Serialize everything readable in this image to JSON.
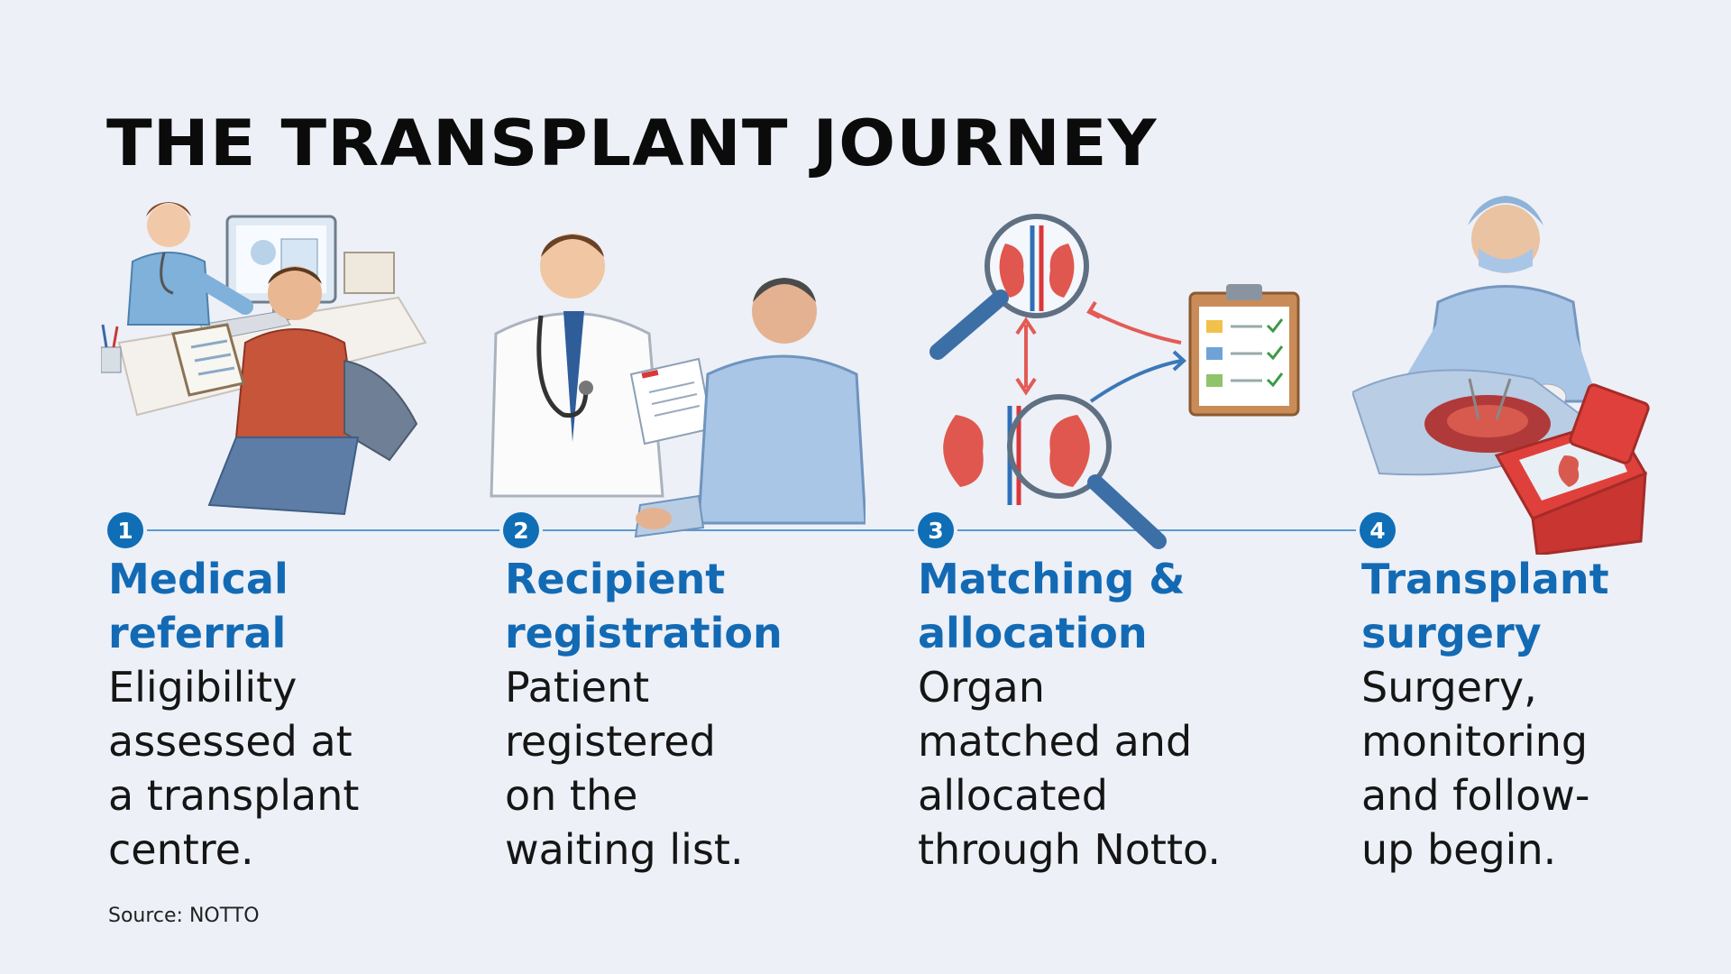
{
  "title": "THE TRANSPLANT JOURNEY",
  "colors": {
    "accent": "#136ab4",
    "badge": "#0f6eb5",
    "timeline": "#5b9ad0",
    "background": "#edf0f7",
    "kidney": "#e0574f"
  },
  "steps": [
    {
      "number": "1",
      "title_lines": [
        "Medical",
        "referral"
      ],
      "desc_lines": [
        "Eligibility",
        "assessed at",
        "a transplant",
        "centre."
      ],
      "illustration": "nurse-and-patient-illustration"
    },
    {
      "number": "2",
      "title_lines": [
        "Recipient",
        "registration"
      ],
      "desc_lines": [
        "Patient",
        "registered",
        "on the",
        "waiting list."
      ],
      "illustration": "doctor-consultation-illustration"
    },
    {
      "number": "3",
      "title_lines": [
        "Matching &",
        "allocation"
      ],
      "desc_lines": [
        "Organ",
        "matched and",
        "allocated",
        "through Notto."
      ],
      "illustration": "kidney-matching-illustration"
    },
    {
      "number": "4",
      "title_lines": [
        "Transplant",
        "surgery"
      ],
      "desc_lines": [
        "Surgery,",
        "monitoring",
        "and follow-",
        "up begin."
      ],
      "illustration": "surgeon-operating-illustration"
    }
  ],
  "source": "Source: NOTTO"
}
